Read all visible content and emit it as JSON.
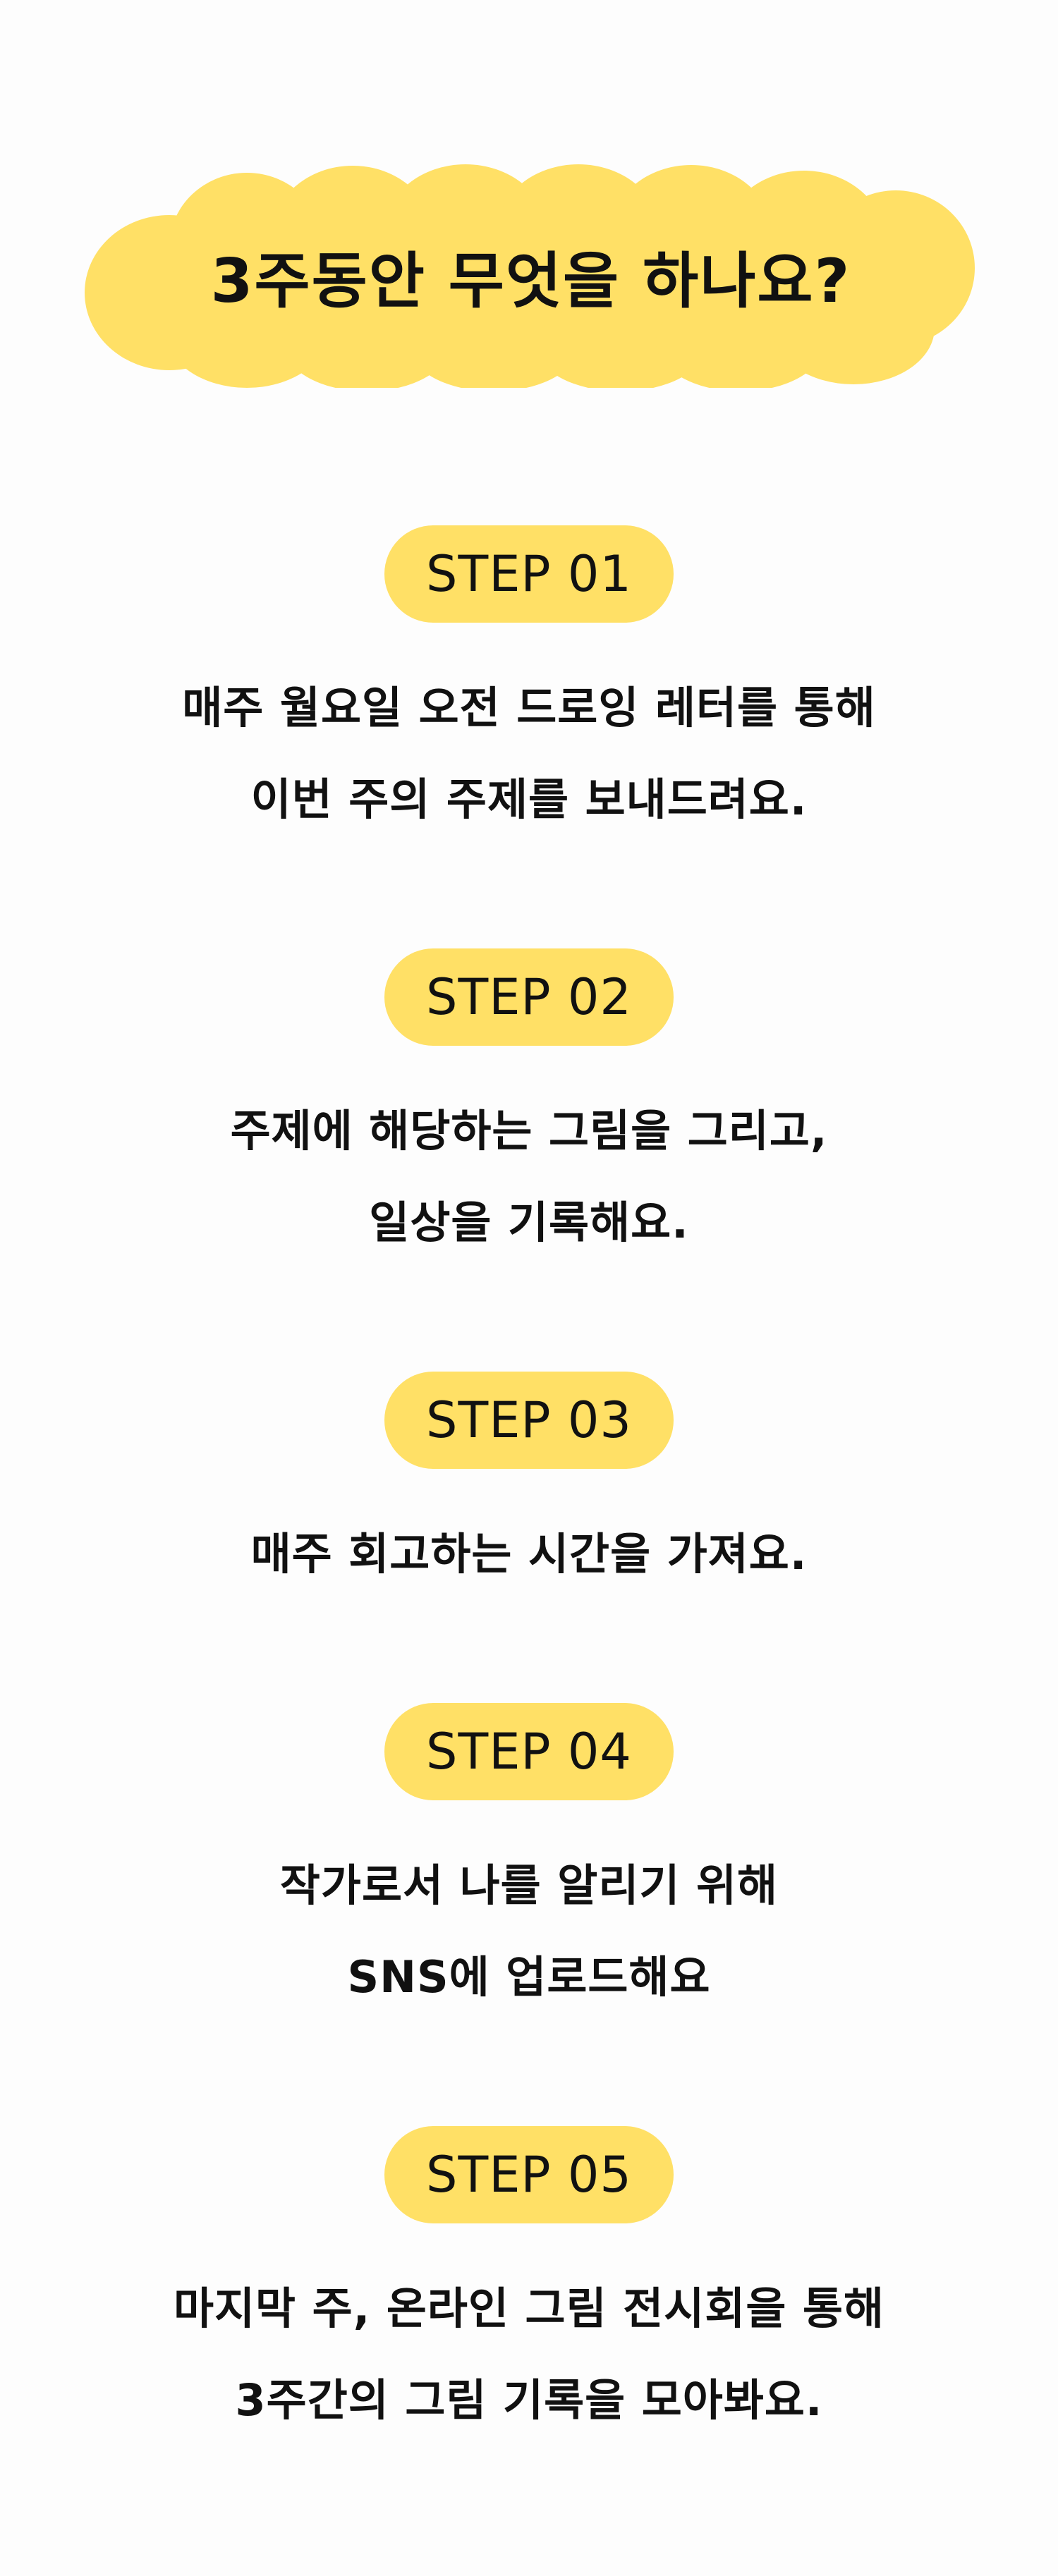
{
  "header": {
    "title": "3주동안 무엇을 하나요?"
  },
  "colors": {
    "accent": "#ffe066",
    "text": "#111111",
    "background": "#fdfdfd"
  },
  "steps": [
    {
      "label": "STEP 01",
      "lines": [
        "매주 월요일 오전 드로잉 레터를 통해",
        "이번 주의 주제를 보내드려요."
      ]
    },
    {
      "label": "STEP 02",
      "lines": [
        "주제에 해당하는 그림을 그리고,",
        "일상을 기록해요."
      ]
    },
    {
      "label": "STEP 03",
      "lines": [
        "매주 회고하는 시간을 가져요."
      ]
    },
    {
      "label": "STEP 04",
      "lines": [
        "작가로서 나를 알리기 위해",
        "SNS에 업로드해요"
      ]
    },
    {
      "label": "STEP 05",
      "lines": [
        "마지막 주, 온라인 그림 전시회을 통해",
        "3주간의 그림 기록을 모아봐요."
      ]
    }
  ]
}
